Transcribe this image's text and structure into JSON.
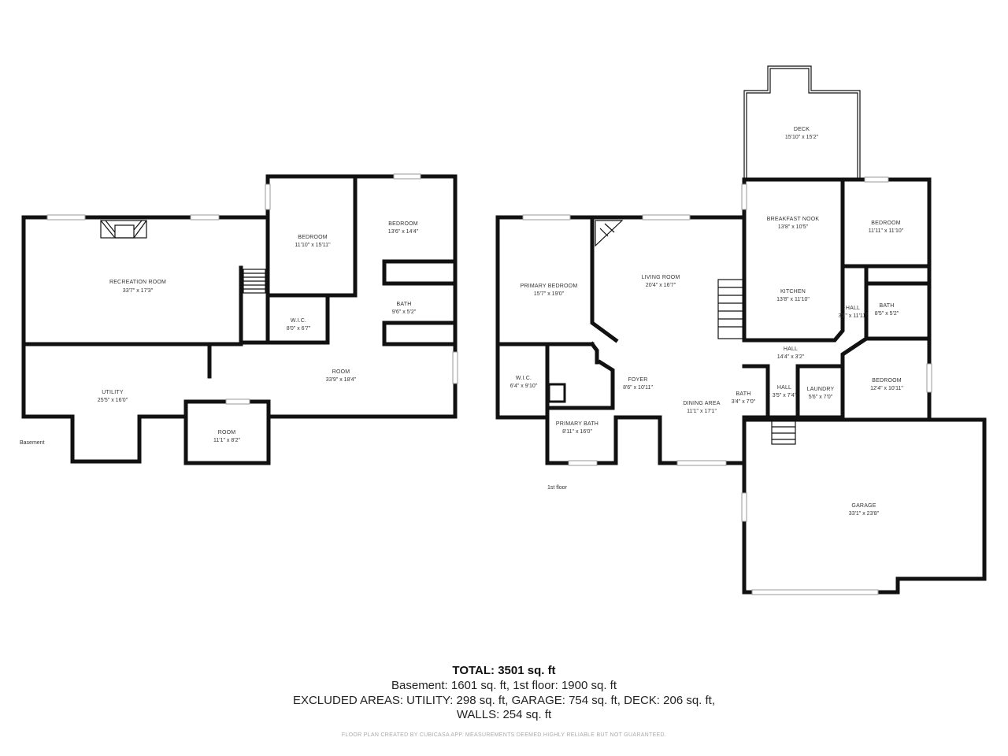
{
  "floors": {
    "basement": {
      "label": "Basement",
      "rooms": [
        {
          "name": "RECREATION ROOM",
          "dims": "33'7\" x 17'3\""
        },
        {
          "name": "BEDROOM",
          "dims": "11'10\" x 15'11\""
        },
        {
          "name": "BEDROOM",
          "dims": "13'6\" x 14'4\""
        },
        {
          "name": "W.I.C.",
          "dims": "8'0\" x 6'7\""
        },
        {
          "name": "BATH",
          "dims": "9'6\" x 5'2\""
        },
        {
          "name": "ROOM",
          "dims": "33'9\" x 18'4\""
        },
        {
          "name": "UTILITY",
          "dims": "25'5\" x 16'0\""
        },
        {
          "name": "ROOM",
          "dims": "11'1\" x 8'2\""
        }
      ]
    },
    "first": {
      "label": "1st floor",
      "rooms": [
        {
          "name": "DECK",
          "dims": "15'10\" x 15'2\""
        },
        {
          "name": "BREAKFAST NOOK",
          "dims": "13'8\" x 10'5\""
        },
        {
          "name": "BEDROOM",
          "dims": "11'11\" x 11'10\""
        },
        {
          "name": "PRIMARY BEDROOM",
          "dims": "15'7\" x 19'0\""
        },
        {
          "name": "LIVING ROOM",
          "dims": "20'4\" x 16'7\""
        },
        {
          "name": "KITCHEN",
          "dims": "13'8\" x 11'10\""
        },
        {
          "name": "HALL",
          "dims": "3'1\" x 11'11\""
        },
        {
          "name": "BATH",
          "dims": "8'5\" x 5'2\""
        },
        {
          "name": "HALL",
          "dims": "14'4\" x 3'2\""
        },
        {
          "name": "BEDROOM",
          "dims": "12'4\" x 10'11\""
        },
        {
          "name": "W.I.C.",
          "dims": "6'4\" x 9'10\""
        },
        {
          "name": "FOYER",
          "dims": "8'6\" x 10'11\""
        },
        {
          "name": "DINING AREA",
          "dims": "11'1\" x 17'1\""
        },
        {
          "name": "BATH",
          "dims": "3'4\" x 7'0\""
        },
        {
          "name": "HALL",
          "dims": "3'5\" x 7'4\""
        },
        {
          "name": "LAUNDRY",
          "dims": "5'6\" x 7'0\""
        },
        {
          "name": "PRIMARY BATH",
          "dims": "8'11\" x 16'0\""
        },
        {
          "name": "GARAGE",
          "dims": "33'1\" x 23'8\""
        }
      ]
    }
  },
  "summary": {
    "total": "TOTAL: 3501 sq. ft",
    "line1": "Basement: 1601 sq. ft, 1st floor: 1900 sq. ft",
    "line2": "EXCLUDED AREAS: UTILITY: 298 sq. ft, GARAGE: 754 sq. ft, DECK: 206 sq. ft,",
    "line3": "WALLS: 254 sq. ft"
  },
  "disclaimer": "FLOOR PLAN CREATED BY CUBICASA APP. MEASUREMENTS DEEMED HIGHLY RELIABLE BUT NOT GUARANTEED."
}
